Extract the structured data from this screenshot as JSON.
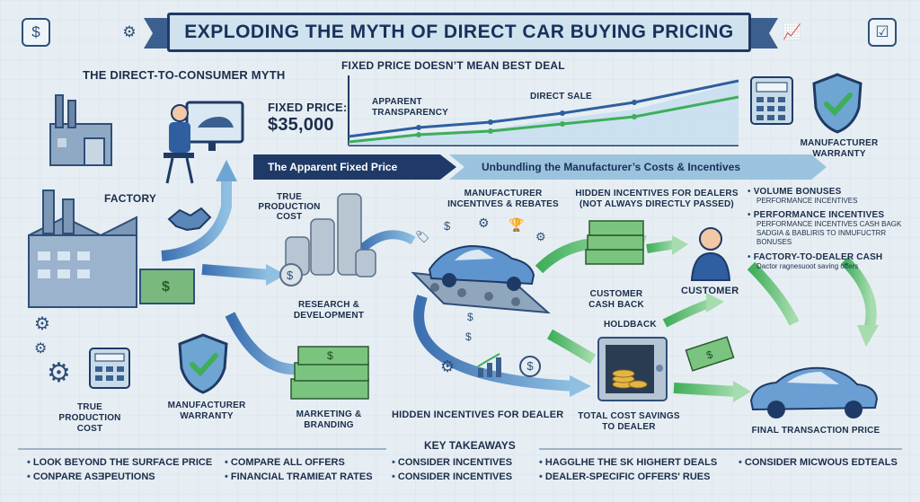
{
  "title": "Exploding the Myth of Direct Car Buying Pricing",
  "colors": {
    "navy": "#1f3a66",
    "steel": "#3b5f8f",
    "sky": "#9cc3de",
    "green": "#3fae5a",
    "money": "#7bc47f",
    "background": "#e6eef3"
  },
  "icons": {
    "top_left": [
      "dollar-icon",
      "gear-icon"
    ],
    "top_right": [
      "chart-icon",
      "checklist-icon"
    ]
  },
  "sections": {
    "myth": "The Direct-to-Consumer Myth",
    "fixed_price_label": "Fixed Price:",
    "fixed_price_value": "$35,000",
    "factory": "Factory",
    "true_cost_1": "True Production Cost",
    "true_cost_2": "True Production Cost",
    "rd": "Research & Development",
    "marketing": "Marketing & Branding",
    "warranty_1": "Manufacturer Warranty",
    "warranty_2": "Manufacturer Warranty"
  },
  "mini_chart": {
    "title": "Fixed Price Doesn’t Mean Best Deal",
    "labels": [
      "Apparent Transparency",
      "Direct Sale"
    ]
  },
  "bars": {
    "apparent": "The Apparent Fixed Price",
    "unbundling": "Unbundling the Manufacturer’s Costs & Incentives"
  },
  "flow": {
    "incentives": "Manufacturer Incentives & Rebates",
    "hidden_dealers": "Hidden Incentives for Dealers (Not Always Directly Passed)",
    "cashback": "Customer Cash Back",
    "customer": "Customer",
    "holdback": "Holdback",
    "hidden_dealer": "Hidden Incentives for Dealer",
    "total_cost": "Total Cost Savings to Dealer",
    "final": "Final Transaction Price"
  },
  "right_list": [
    {
      "head": "Volume Bonuses",
      "sub": "Performance Incentives"
    },
    {
      "head": "Performance Incentives",
      "sub": "Performance Incentives Cash Bagk Sadgia & Babliris to Inmufuctrr Bonuses"
    },
    {
      "head": "Factory-to-Dealer Cash",
      "sub": "Dactor ragnesuoot saving offers"
    }
  ],
  "takeaways": {
    "title": "Key Takeaways",
    "items": [
      "Look beyond the surface price",
      "Conpare asƎpeutions",
      "Compare all offers",
      "Financial tramieat rates",
      "Consider incentives",
      "Consider incentives",
      "Hagglhe the sk highert deals",
      "Dealer-specific offers' rues",
      "Consider micwous edteals"
    ]
  }
}
